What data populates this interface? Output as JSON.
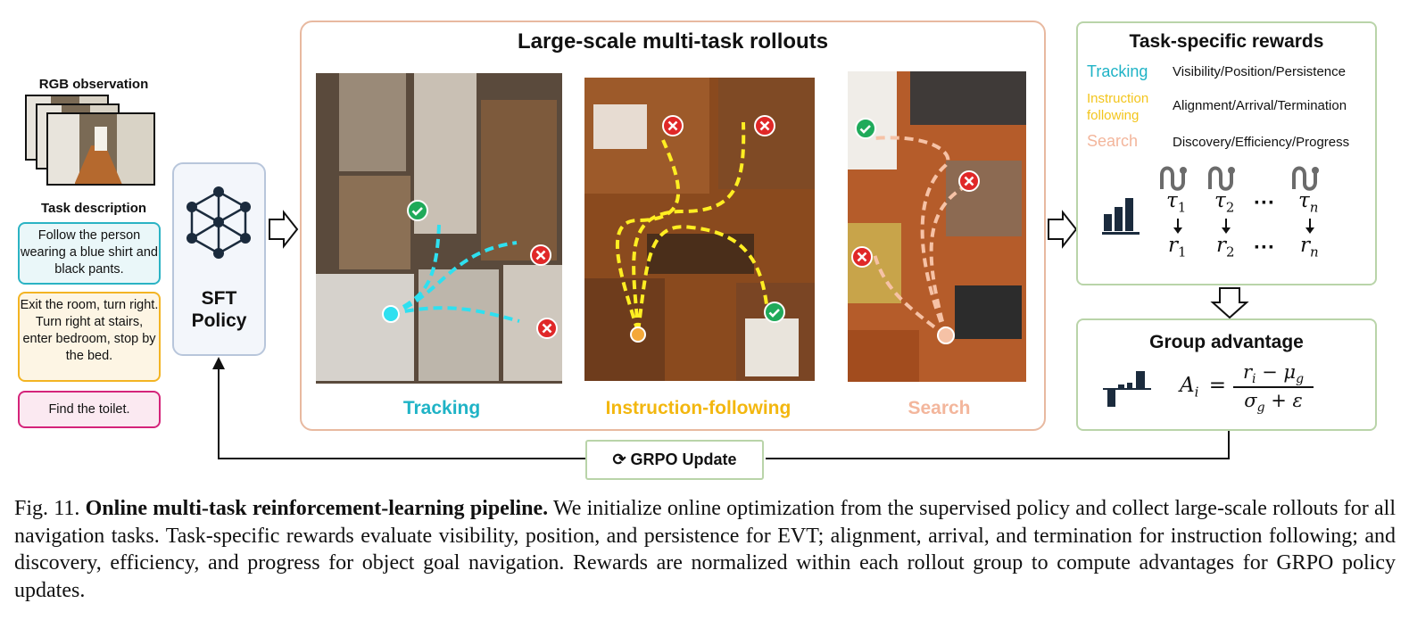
{
  "inputs": {
    "rgb_title": "RGB observation",
    "task_title": "Task description",
    "tasks": [
      "Follow the person wearing a blue shirt and black pants.",
      "Exit the room, turn right. Turn right at stairs, enter bedroom, stop by the bed.",
      "Find the toilet."
    ]
  },
  "policy": {
    "label_line1": "SFT",
    "label_line2": "Policy"
  },
  "rollouts": {
    "title": "Large-scale multi-task rollouts",
    "columns": [
      {
        "label": "Tracking",
        "color": "#1fb3c6"
      },
      {
        "label": "Instruction-following",
        "color": "#f3b70f"
      },
      {
        "label": "Search",
        "color": "#f3b69c"
      }
    ]
  },
  "rewards": {
    "title": "Task-specific rewards",
    "rows": [
      {
        "name": "Tracking",
        "name_color": "#1fb3c6",
        "desc": "Visibility/Position/Persistence"
      },
      {
        "name": "Instruction following",
        "name_color": "#f3c51c",
        "desc": "Alignment/Arrival/Termination"
      },
      {
        "name": "Search",
        "name_color": "#f3b69c",
        "desc": "Discovery/Efficiency/Progress"
      }
    ],
    "traj": {
      "t1": "τ",
      "s1": "1",
      "t2": "τ",
      "s2": "2",
      "tn": "τ",
      "sn": "n",
      "r1": "r",
      "rs1": "1",
      "r2": "r",
      "rs2": "2",
      "rn": "r",
      "rsn": "n",
      "dots": "···"
    }
  },
  "advantage": {
    "title": "Group advantage",
    "lhs": "A",
    "lhs_sub": "i",
    "eq": "=",
    "num": "r",
    "num_sub": "i",
    "num_minus": " − μ",
    "num_sub2": "g",
    "den": "σ",
    "den_sub": "g",
    "den_rest": " + ε"
  },
  "grpo": {
    "icon": "⟳",
    "label": "GRPO Update"
  },
  "caption": {
    "prefix": "Fig. 11. ",
    "bold": "Online multi-task reinforcement-learning pipeline.",
    "body": " We initialize online optimization from the supervised policy and collect large-scale rollouts for all navigation tasks. Task-specific rewards evaluate visibility, position, and persistence for EVT; alignment, arrival, and termination for instruction following; and discovery, efficiency, and progress for object goal navigation. Rewards are normalized within each rollout group to compute advantages for GRPO policy updates."
  },
  "colors": {
    "dark": "#1b2b3d",
    "green_border": "#b9d4a9",
    "rollout_border": "#e8b9a0",
    "success": "#1faa5a",
    "fail": "#e02828"
  }
}
